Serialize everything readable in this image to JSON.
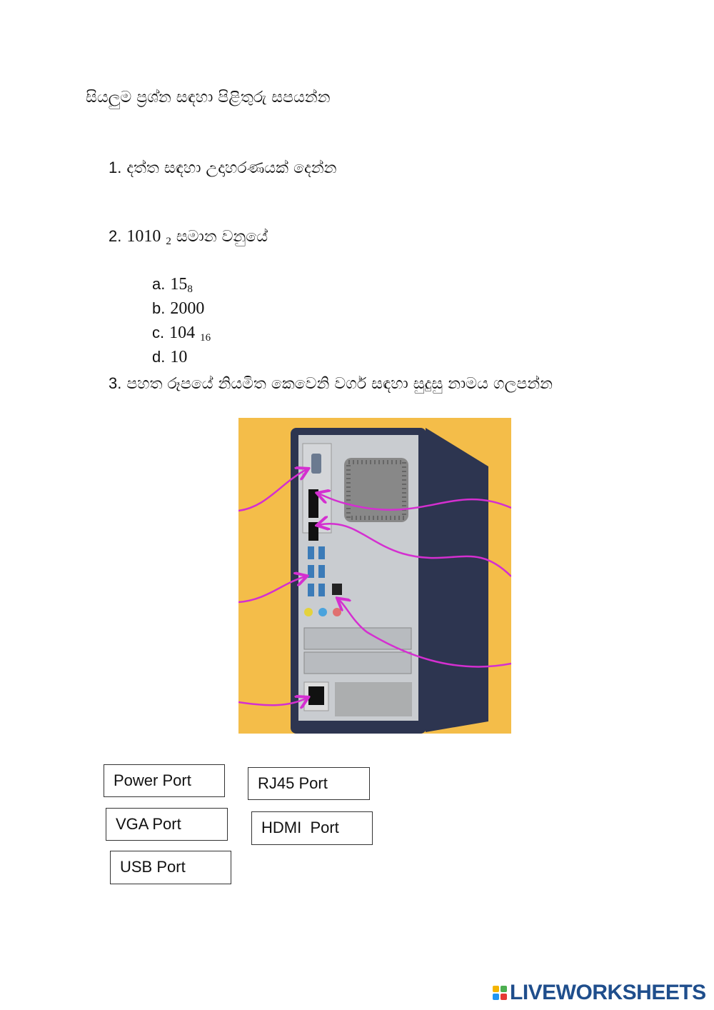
{
  "title": "සියලුම ප්‍රශ්න සඳහා පිළිතුරු සපයන්න",
  "questions": [
    {
      "number": "1.",
      "text": "දත්ත සඳහා උදාහරණයක් දෙන්න"
    },
    {
      "number": "2.",
      "value": "1010",
      "base": "2",
      "text": "සමාන වනුයේ",
      "options": [
        {
          "letter": "a.",
          "value": "15",
          "base": "8"
        },
        {
          "letter": "b.",
          "value": "2000",
          "base": ""
        },
        {
          "letter": "c.",
          "value": "104",
          "base": "16"
        },
        {
          "letter": "d.",
          "value": "10",
          "base": ""
        }
      ]
    },
    {
      "number": "3.",
      "text": "පහත රූපයේ නියමිත කෙවෙනි වර්ග සඳහා සුදුසු නාමය ගලපන්න"
    }
  ],
  "answer_boxes": [
    "Power Port",
    "RJ45 Port",
    "VGA Port",
    "HDMI  Port",
    "USB Port"
  ],
  "colors": {
    "background": "#f4bd49",
    "arrow": "#d42fd0",
    "case": "#2d3550",
    "panel": "#c9ccd0"
  },
  "logo": "LIVEWORKSHEETS"
}
